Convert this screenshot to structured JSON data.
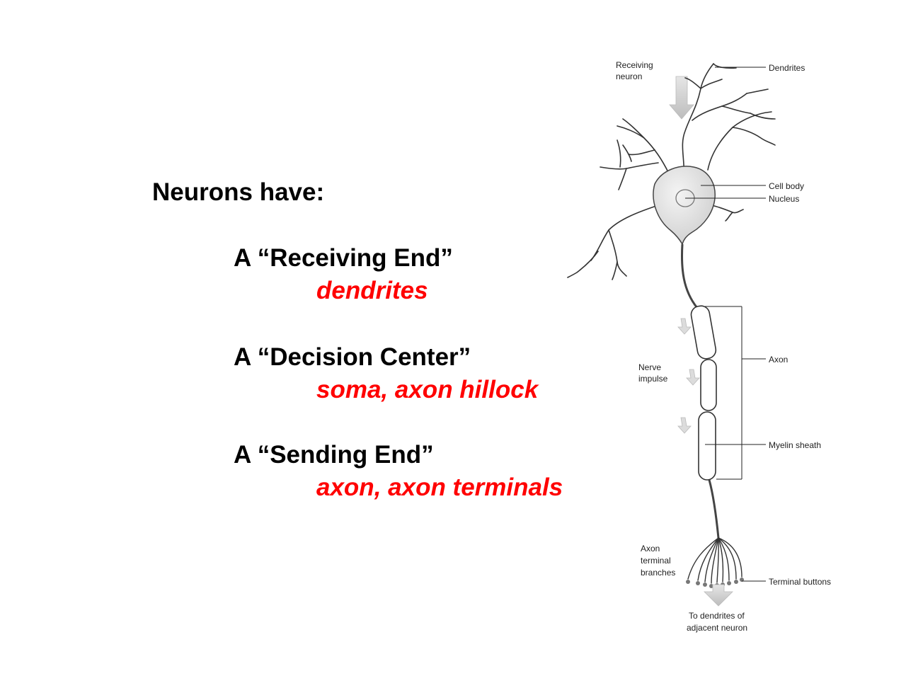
{
  "slide": {
    "heading": "Neurons have:",
    "items": [
      {
        "part": "A “Receiving End”",
        "structures": "dendrites"
      },
      {
        "part": "A “Decision Center”",
        "structures": "soma, axon hillock"
      },
      {
        "part": "A “Sending End”",
        "structures": "axon, axon terminals"
      }
    ]
  },
  "diagram": {
    "labels": {
      "receiving_1": "Receiving",
      "receiving_2": "neuron",
      "dendrites": "Dendrites",
      "cell_body": "Cell body",
      "nucleus": "Nucleus",
      "axon": "Axon",
      "nerve_1": "Nerve",
      "nerve_2": "impulse",
      "myelin": "Myelin sheath",
      "axon_term_1": "Axon",
      "axon_term_2": "terminal",
      "axon_term_3": "branches",
      "terminal_buttons": "Terminal buttons",
      "to_dendrites_1": "To dendrites of",
      "to_dendrites_2": "adjacent neuron"
    }
  }
}
